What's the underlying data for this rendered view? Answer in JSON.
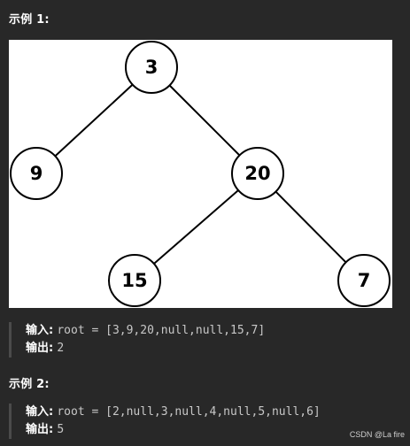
{
  "example1": {
    "heading": "示例 1:",
    "tree": {
      "nodes": [
        {
          "id": "n3",
          "label": "3"
        },
        {
          "id": "n9",
          "label": "9"
        },
        {
          "id": "n20",
          "label": "20"
        },
        {
          "id": "n15",
          "label": "15"
        },
        {
          "id": "n7",
          "label": "7"
        }
      ],
      "edges": [
        [
          "n3",
          "n9"
        ],
        [
          "n3",
          "n20"
        ],
        [
          "n20",
          "n15"
        ],
        [
          "n20",
          "n7"
        ]
      ]
    },
    "input_label": "输入:",
    "input_value": "root = [3,9,20,null,null,15,7]",
    "output_label": "输出:",
    "output_value": "2"
  },
  "example2": {
    "heading": "示例 2:",
    "input_label": "输入:",
    "input_value": "root = [2,null,3,null,4,null,5,null,6]",
    "output_label": "输出:",
    "output_value": "5"
  },
  "watermark": "CSDN @La fire",
  "colors": {
    "background": "#282828",
    "panel": "#ffffff",
    "node_stroke": "#000000",
    "text": "#e8e8e8"
  }
}
